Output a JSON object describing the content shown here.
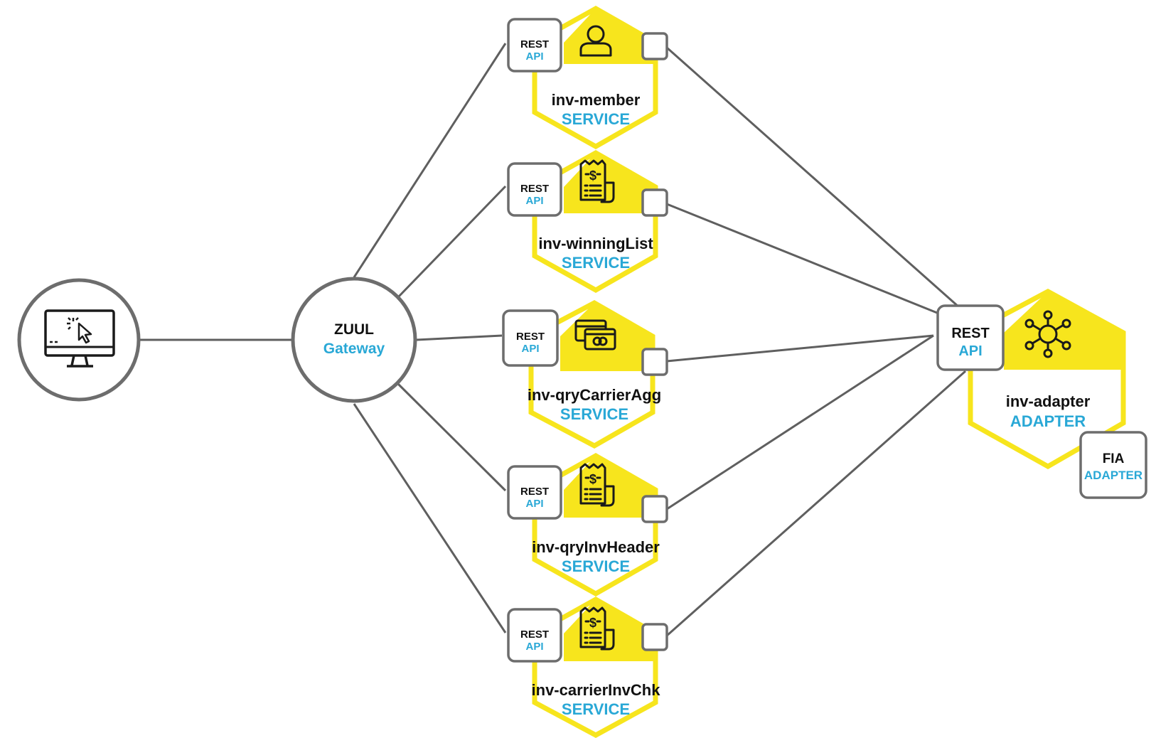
{
  "client": {
    "icon": "desktop-cursor-icon"
  },
  "gateway": {
    "name": "ZUUL",
    "type": "Gateway"
  },
  "services": [
    {
      "name": "inv-member",
      "type": "SERVICE",
      "api_line1": "REST",
      "api_line2": "API",
      "icon": "user-icon"
    },
    {
      "name": "inv-winningList",
      "type": "SERVICE",
      "api_line1": "REST",
      "api_line2": "API",
      "icon": "receipt-dollar-icon"
    },
    {
      "name": "inv-qryCarrierAgg",
      "type": "SERVICE",
      "api_line1": "REST",
      "api_line2": "API",
      "icon": "credit-cards-icon"
    },
    {
      "name": "inv-qryInvHeader",
      "type": "SERVICE",
      "api_line1": "REST",
      "api_line2": "API",
      "icon": "receipt-dollar-icon"
    },
    {
      "name": "inv-carrierInvChk",
      "type": "SERVICE",
      "api_line1": "REST",
      "api_line2": "API",
      "icon": "receipt-dollar-icon"
    }
  ],
  "adapter": {
    "name": "inv-adapter",
    "type": "ADAPTER",
    "api_line1": "REST",
    "api_line2": "API",
    "icon": "network-hub-icon",
    "sub": {
      "name": "FIA",
      "type": "ADAPTER"
    }
  },
  "colors": {
    "accent_yellow": "#f7e51d",
    "label_blue": "#29a8d6",
    "stroke_gray": "#6d6d6d"
  }
}
